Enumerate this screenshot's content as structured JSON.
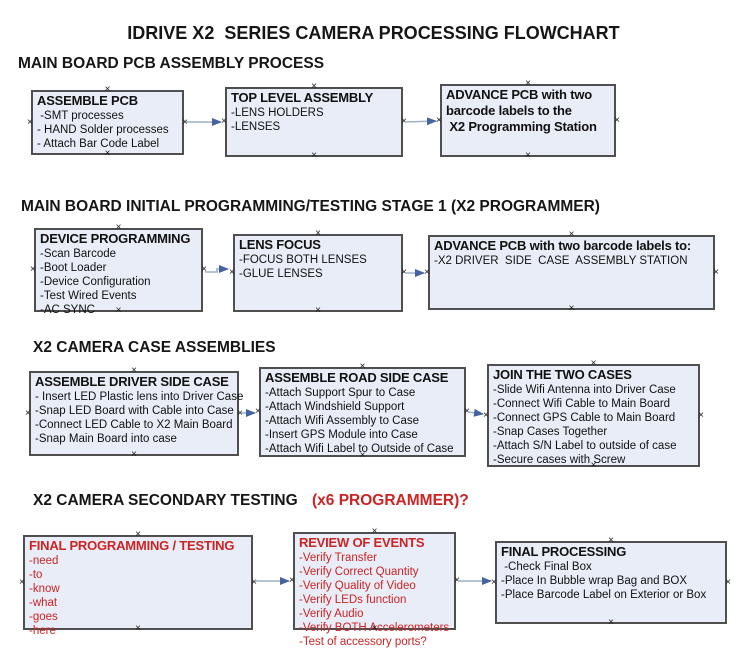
{
  "title": "IDRIVE X2  SERIES CAMERA PROCESSING FLOWCHART",
  "colors": {
    "box_fill": "#e8edf7",
    "box_border": "#4f4f4f",
    "arrow_line": "#9cb0ca",
    "arrow_head": "#44639f",
    "red_text": "#cc2424",
    "black_text": "#161616"
  },
  "sections": [
    {
      "heading": "MAIN BOARD PCB ASSEMBLY PROCESS",
      "boxes": [
        {
          "title_lines": [
            "ASSEMBLE PCB"
          ],
          "body_lines": [
            " -SMT processes",
            "- HAND Solder processes",
            "- Attach Bar Code Label"
          ]
        },
        {
          "title_lines": [
            "TOP LEVEL ASSEMBLY"
          ],
          "body_lines": [
            "-LENS HOLDERS",
            "-LENSES"
          ]
        },
        {
          "title_lines": [
            "ADVANCE PCB with two",
            "barcode labels to the",
            " X2 Programming Station"
          ],
          "body_lines": []
        }
      ]
    },
    {
      "heading": "MAIN BOARD INITIAL PROGRAMMING/TESTING STAGE 1 (X2 PROGRAMMER)",
      "boxes": [
        {
          "title_lines": [
            "DEVICE PROGRAMMING"
          ],
          "body_lines": [
            "-Scan Barcode",
            "-Boot Loader",
            "-Device Configuration",
            "-Test Wired Events",
            "-AC SYNC"
          ]
        },
        {
          "title_lines": [
            "LENS FOCUS"
          ],
          "body_lines": [
            "-FOCUS BOTH LENSES",
            "-GLUE LENSES"
          ]
        },
        {
          "title_lines": [
            "ADVANCE PCB with two barcode labels to:"
          ],
          "body_lines": [
            "-X2 DRIVER  SIDE  CASE  ASSEMBLY STATION"
          ]
        }
      ]
    },
    {
      "heading": "X2 CAMERA CASE ASSEMBLIES",
      "boxes": [
        {
          "title_lines": [
            "ASSEMBLE DRIVER SIDE CASE"
          ],
          "body_lines": [
            "- Insert LED Plastic lens into Driver Case",
            "-Snap LED Board with Cable into Case",
            "-Connect LED Cable to X2 Main Board",
            "-Snap Main Board into case"
          ]
        },
        {
          "title_lines": [
            "ASSEMBLE ROAD SIDE CASE"
          ],
          "body_lines": [
            "-Attach Support Spur to Case",
            "-Attach Windshield Support",
            "-Attach Wifi Assembly to Case",
            "-Insert GPS Module into Case",
            "-Attach Wifi Label to Outside of Case"
          ]
        },
        {
          "title_lines": [
            "JOIN THE TWO CASES"
          ],
          "body_lines": [
            "-Slide Wifi Antenna into Driver Case",
            "-Connect Wifi Cable to Main Board",
            "-Connect GPS Cable to Main Board",
            "-Snap Cases Together",
            "-Attach S/N Label to outside of case",
            "-Secure cases with Screw"
          ]
        }
      ]
    },
    {
      "heading": "X2 CAMERA SECONDARY TESTING ",
      "heading_red": "(x6 PROGRAMMER)?",
      "boxes": [
        {
          "title_lines": [
            "FINAL PROGRAMMING / TESTING"
          ],
          "body_lines": [
            "-need",
            "-to",
            "-know",
            "-what",
            "-goes",
            "-here"
          ]
        },
        {
          "title_lines": [
            "REVIEW OF EVENTS"
          ],
          "body_lines": [
            "-Verify Transfer",
            "-Verify Correct Quantity",
            "-Verify Quality of Video",
            "-Verify LEDs function",
            "-Verify Audio",
            "-Verify BOTH Accelerometers",
            "-Test of accessory ports?"
          ]
        },
        {
          "title_lines": [
            "FINAL PROCESSING"
          ],
          "body_lines": [
            " -Check Final Box",
            "-Place In Bubble wrap Bag and BOX",
            "-Place Barcode Label on Exterior or Box"
          ]
        }
      ]
    }
  ],
  "connector_handle_glyph": "×"
}
